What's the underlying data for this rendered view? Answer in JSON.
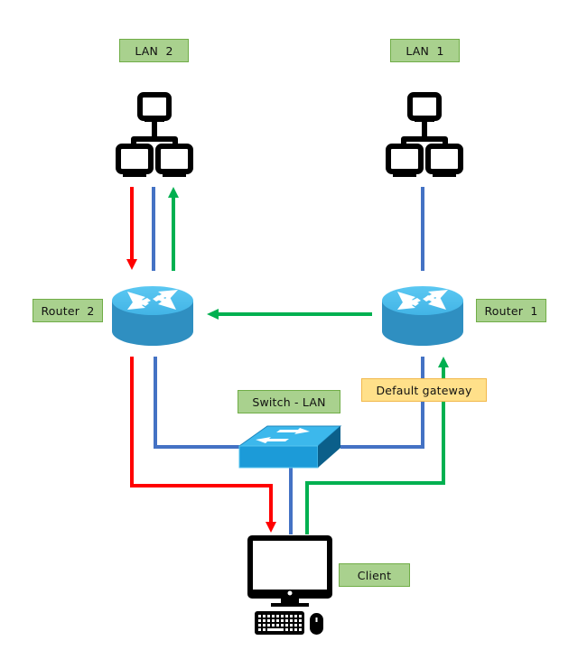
{
  "labels": {
    "lan2": "LAN  2",
    "lan1": "LAN  1",
    "router2": "Router  2",
    "router1": "Router  1",
    "switch": "Switch - LAN",
    "default_gateway": "Default gateway",
    "client": "Client"
  },
  "colors": {
    "label_fill": "#a9d18e",
    "label_border": "#70ad47",
    "gateway_fill": "#ffe08a",
    "gateway_border": "#f2b84b",
    "link_blue": "#4472c4",
    "path_red": "#ff0000",
    "path_green": "#00b050",
    "device_blue": "#2e8bc0"
  },
  "nodes": [
    {
      "id": "lan2",
      "type": "network-icon"
    },
    {
      "id": "lan1",
      "type": "network-icon"
    },
    {
      "id": "router2",
      "type": "router"
    },
    {
      "id": "router1",
      "type": "router"
    },
    {
      "id": "switch",
      "type": "switch"
    },
    {
      "id": "client",
      "type": "desktop-computer"
    }
  ],
  "links": [
    {
      "from": "lan2",
      "to": "router2",
      "color": "blue"
    },
    {
      "from": "lan1",
      "to": "router1",
      "color": "blue"
    },
    {
      "from": "router2",
      "to": "switch",
      "color": "blue"
    },
    {
      "from": "router1",
      "to": "switch",
      "color": "blue"
    },
    {
      "from": "switch",
      "to": "client",
      "color": "blue"
    }
  ],
  "flows": [
    {
      "name": "request-path",
      "color": "green",
      "route": [
        "client",
        "router1",
        "router2",
        "lan2"
      ]
    },
    {
      "name": "response-path",
      "color": "red",
      "route": [
        "lan2",
        "router2",
        "client"
      ]
    }
  ]
}
